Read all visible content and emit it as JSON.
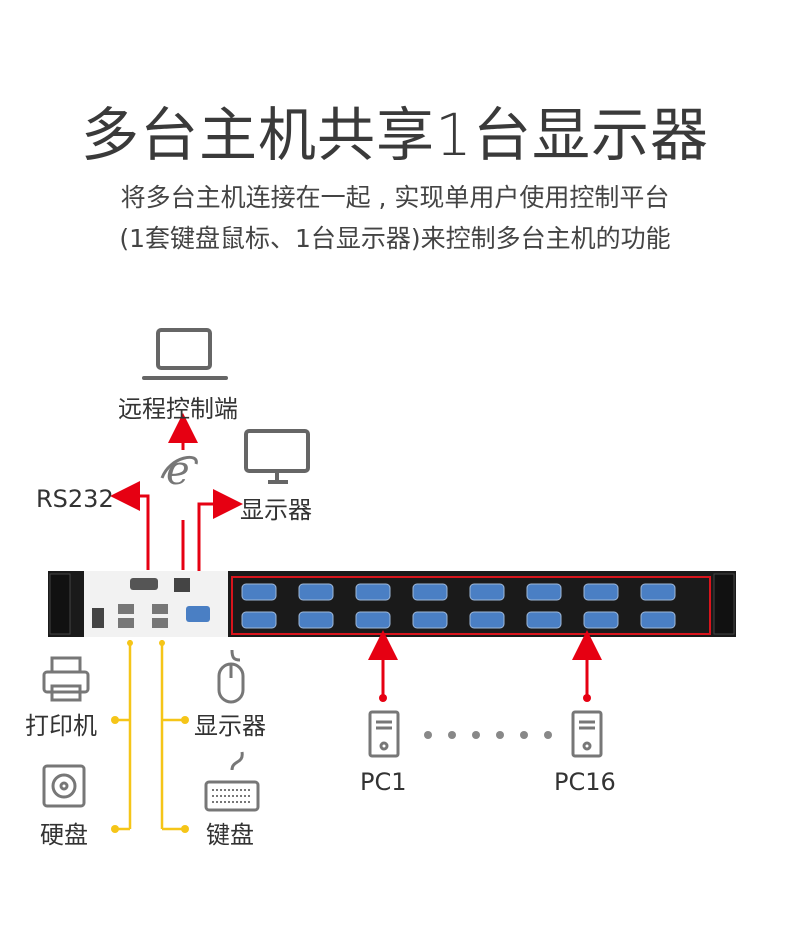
{
  "header": {
    "title": "多台主机共享1台显示器",
    "subtitle_line1": "将多台主机连接在一起 , 实现单用户使用控制平台",
    "subtitle_line2": "(1套键盘鼠标、1台显示器)来控制多台主机的功能"
  },
  "diagram": {
    "remote_label": "远程控制端",
    "rs232_label": "RS232",
    "monitor_label": "显示器",
    "printer_label": "打印机",
    "mouse_label": "显示器",
    "harddisk_label": "硬盘",
    "keyboard_label": "键盘",
    "pc_first_label": "PC1",
    "pc_last_label": "PC16",
    "icons": [
      "laptop-icon",
      "ie-browser-icon",
      "monitor-icon",
      "printer-icon",
      "mouse-icon",
      "harddisk-icon",
      "keyboard-icon",
      "pc-tower-icon"
    ],
    "colors": {
      "arrow_red": "#e60012",
      "line_yellow": "#f5c518",
      "panel_dark": "#1a1a1a",
      "highlight_box": "#d8141c"
    }
  }
}
